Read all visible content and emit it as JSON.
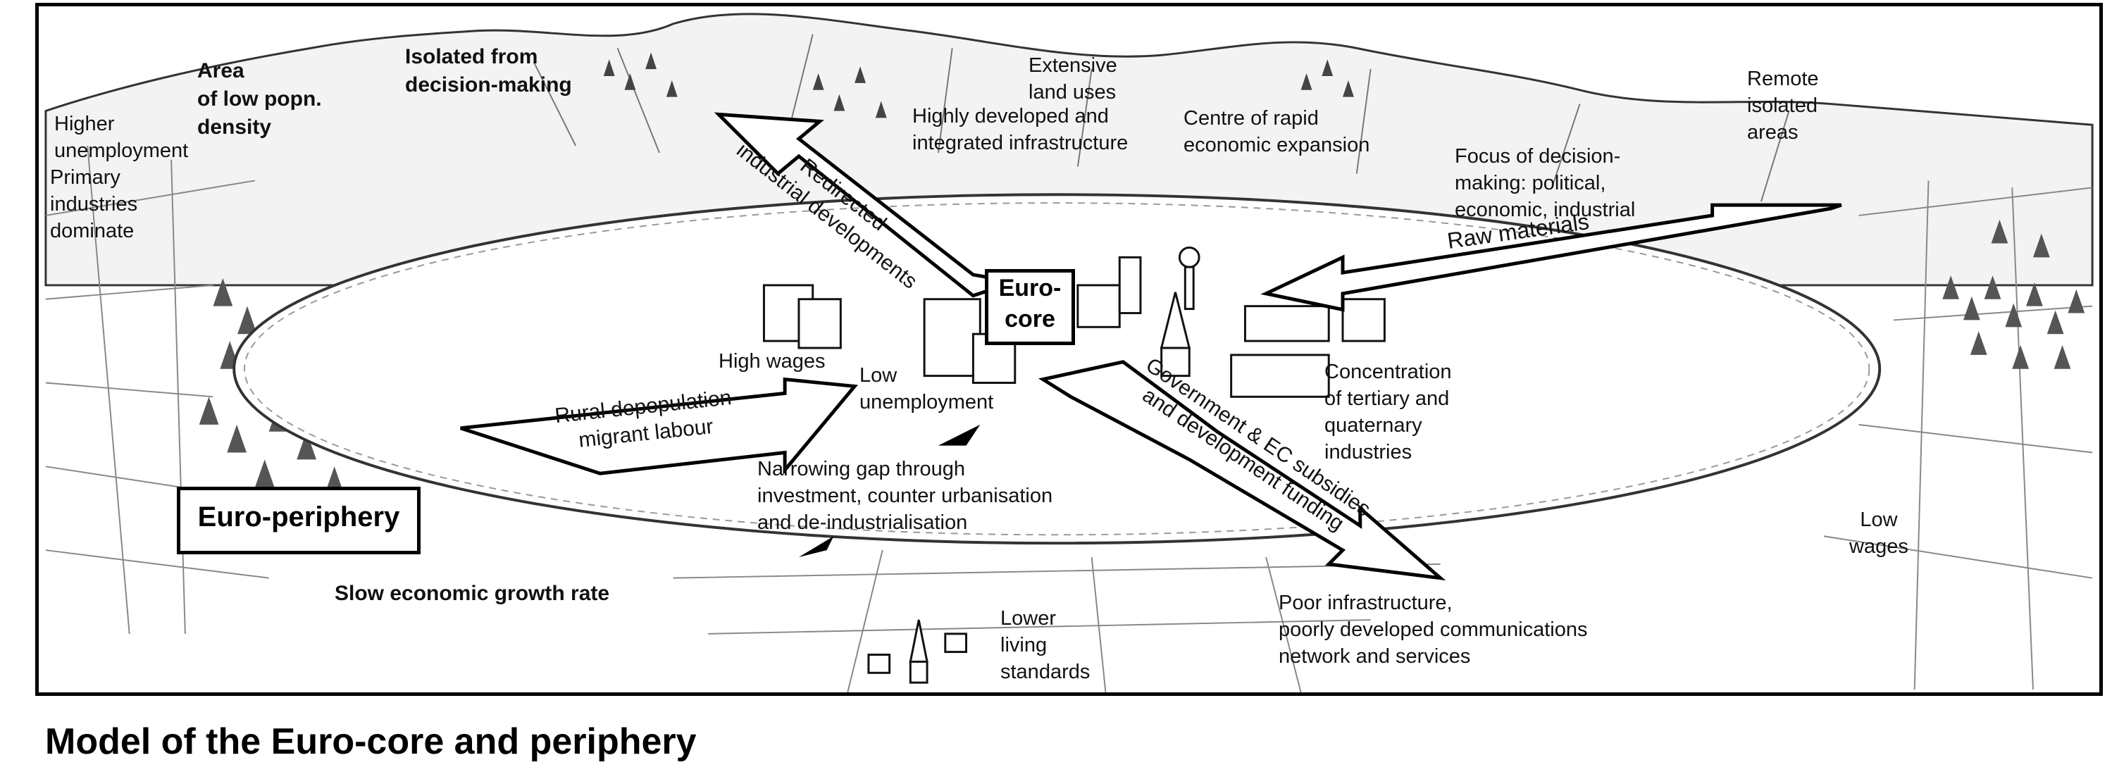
{
  "title": "Model of the Euro-core and periphery",
  "core_label": "Euro-\ncore",
  "periphery_label": "Euro-periphery",
  "arrows": {
    "redirected": "Redirected\nindustrial developments",
    "raw": "Raw materials",
    "rural": "Rural depopulation\nmigrant labour",
    "subsidies": "Government & EC subsidies\nand development funding"
  },
  "labels": {
    "isolated": "Isolated from\ndecision-making",
    "low_density": "Area\nof low popn.\ndensity",
    "higher_unemp": "Higher\nunemployment",
    "primary": "Primary\nindustries\ndominate",
    "slow_growth": "Slow economic growth rate",
    "extensive": "Extensive\nland uses",
    "remote": "Remote\nisolated\nareas",
    "highly_dev": "Highly developed and\nintegrated infrastructure",
    "centre_rapid": "Centre of rapid\neconomic expansion",
    "focus": "Focus of decision-\nmaking: political,\neconomic, industrial",
    "high_wages": "High wages",
    "low_unemp": "Low\nunemployment",
    "concentration": "Concentration\nof tertiary and\nquaternary\nindustries",
    "narrowing": "Narrowing gap through\ninvestment, counter urbanisation\nand de-industrialisation",
    "low_wages": "Low\nwages",
    "poor_infra": "Poor infrastructure,\npoorly developed communications\nnetwork and services",
    "lower_living": "Lower\nliving\nstandards"
  }
}
